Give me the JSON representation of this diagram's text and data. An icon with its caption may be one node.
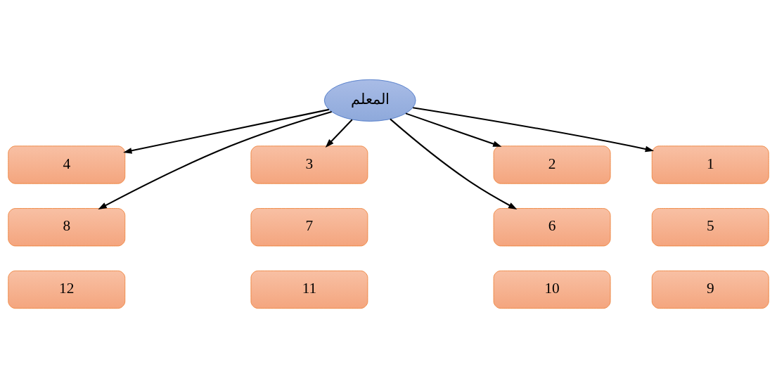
{
  "diagram": {
    "nodes": [
      {
        "text": [
          "المعلم"
        ]
      },
      {
        "text": [
          "1"
        ]
      },
      {
        "text": [
          "2"
        ]
      },
      {
        "text": [
          "3"
        ]
      },
      {
        "text": [
          "4"
        ]
      },
      {
        "text": [
          "5"
        ]
      },
      {
        "text": [
          "6"
        ]
      },
      {
        "text": [
          "7"
        ]
      },
      {
        "text": [
          "8"
        ]
      },
      {
        "text": [
          "9"
        ]
      },
      {
        "text": [
          "10"
        ]
      },
      {
        "text": [
          "11"
        ]
      },
      {
        "text": [
          "12"
        ]
      }
    ],
    "edges": [
      {
        "from": 0,
        "to": 4,
        "arrow": "to"
      },
      {
        "from": 0,
        "to": 8,
        "arrow": "to"
      },
      {
        "from": 0,
        "to": 3,
        "arrow": "to"
      },
      {
        "from": 0,
        "to": 6,
        "arrow": "to"
      },
      {
        "from": 0,
        "to": 2,
        "arrow": "to"
      },
      {
        "from": 0,
        "to": 1,
        "arrow": "to"
      }
    ]
  }
}
